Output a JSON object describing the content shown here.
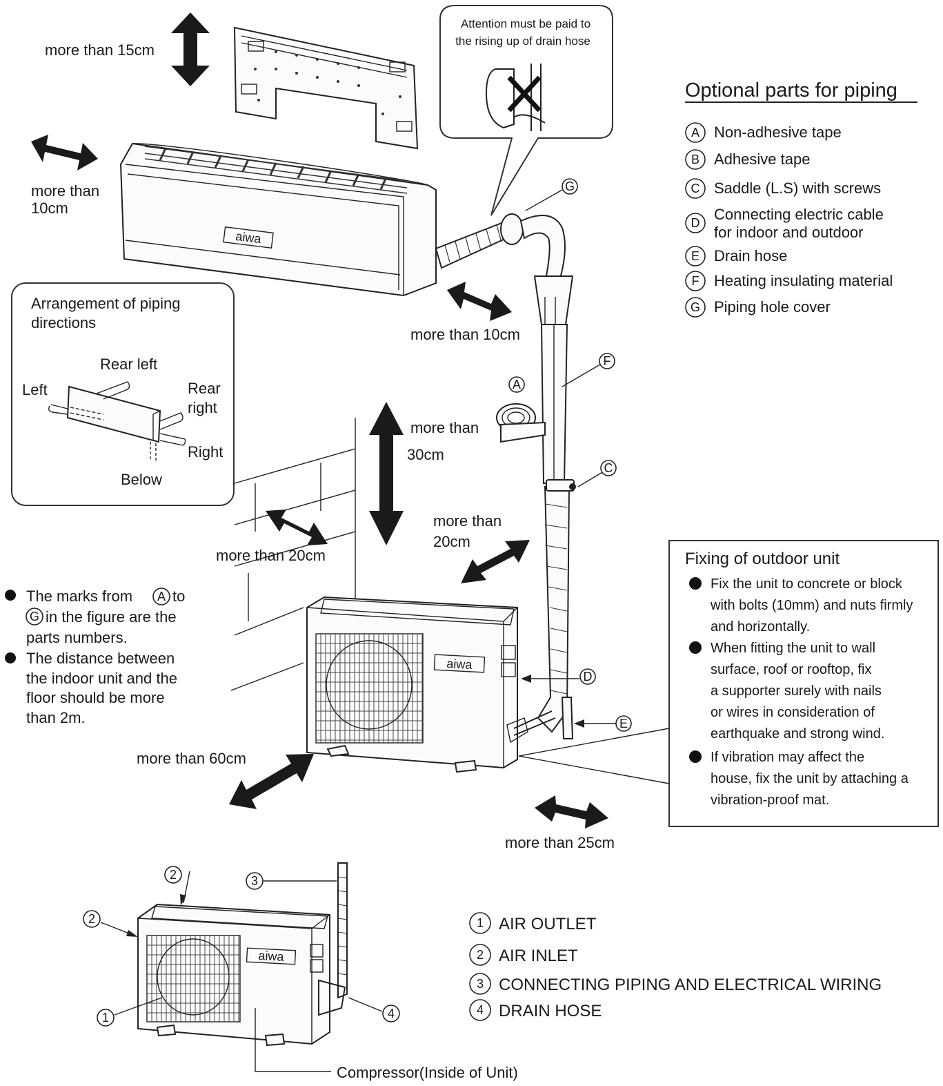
{
  "top_clearance": "more than 15cm",
  "left_clearance": {
    "line1": "more than",
    "line2": "10cm"
  },
  "right_indoor_clearance": "more than 10cm",
  "front_clearance": {
    "line1": "more than",
    "line2": "30cm"
  },
  "outdoor_back_clearance": "more than 20cm",
  "outdoor_side_clearance": {
    "line1": "more than",
    "line2": "20cm"
  },
  "outdoor_front_clearance": "more than 60cm",
  "outdoor_right_clearance": "more than 25cm",
  "attention": {
    "line1": "Attention must be paid to",
    "line2": "the rising up of drain hose"
  },
  "brand": "aiwa",
  "optional_parts": {
    "title": "Optional parts for piping",
    "items": [
      {
        "mark": "A",
        "lines": [
          "Non-adhesive tape"
        ]
      },
      {
        "mark": "B",
        "lines": [
          "Adhesive tape"
        ]
      },
      {
        "mark": "C",
        "lines": [
          "Saddle (L.S) with screws"
        ]
      },
      {
        "mark": "D",
        "lines": [
          "Connecting electric cable",
          " for indoor and outdoor"
        ]
      },
      {
        "mark": "E",
        "lines": [
          "Drain hose"
        ]
      },
      {
        "mark": "F",
        "lines": [
          "Heating insulating material"
        ]
      },
      {
        "mark": "G",
        "lines": [
          "Piping hole cover"
        ]
      }
    ]
  },
  "arrangement": {
    "title_line1": "Arrangement of piping",
    "title_line2": "directions",
    "rear_left": "Rear left",
    "left": "Left",
    "rear_right_line1": "Rear",
    "rear_right_line2": "right",
    "right": "Right",
    "below": "Below"
  },
  "notes": {
    "note1": {
      "line1_a": "The marks from",
      "mark_a": "A",
      "line1_b": "to",
      "mark_g": "G",
      "line2": "in the figure are the",
      "line3": "parts numbers."
    },
    "note2": {
      "line1": "The distance between",
      "line2": "the indoor unit and the",
      "line3": "floor should be more",
      "line4": "than 2m."
    }
  },
  "fixing": {
    "title": "Fixing of outdoor unit",
    "bullets": [
      [
        "Fix the unit to concrete or block",
        "with bolts (10mm) and nuts firmly",
        "and horizontally."
      ],
      [
        "When fitting the unit to wall",
        "surface, roof or rooftop, fix",
        "a supporter surely with nails",
        "or wires in consideration of",
        "earthquake and strong wind."
      ],
      [
        "If vibration may affect the",
        "house, fix the unit by attaching a",
        "vibration-proof mat."
      ]
    ]
  },
  "part_marks": {
    "a": "A",
    "c": "C",
    "d": "D",
    "e": "E",
    "f": "F",
    "g": "G"
  },
  "outdoor_parts": {
    "items": [
      {
        "num": "1",
        "label": "AIR OUTLET"
      },
      {
        "num": "2",
        "label": "AIR INLET"
      },
      {
        "num": "3",
        "label": "CONNECTING PIPING AND ELECTRICAL WIRING"
      },
      {
        "num": "4",
        "label": "DRAIN HOSE"
      }
    ],
    "compressor": "Compressor(Inside of Unit)"
  }
}
